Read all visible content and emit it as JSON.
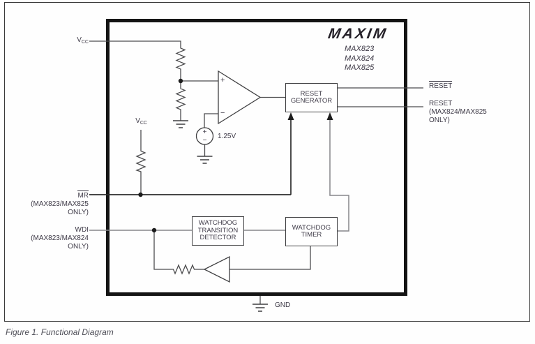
{
  "figure": {
    "caption": "Figure 1.  Functional Diagram"
  },
  "chip": {
    "logo": "MAXIM",
    "parts": [
      "MAX823",
      "MAX824",
      "MAX825"
    ]
  },
  "pins": {
    "vcc_top": {
      "main": "V",
      "sub": "CC"
    },
    "vcc_mid": {
      "main": "V",
      "sub": "CC"
    },
    "mr": {
      "name": "MR",
      "note_line1": "(MAX823/MAX825",
      "note_line2": "ONLY)"
    },
    "wdi": {
      "name": "WDI",
      "note_line1": "(MAX823/MAX824",
      "note_line2": "ONLY)"
    },
    "reset_active_low": {
      "name": "RESET"
    },
    "reset_active_high": {
      "name": "RESET",
      "note_line1": "(MAX824/MAX825",
      "note_line2": "ONLY)"
    },
    "gnd": {
      "name": "GND"
    }
  },
  "blocks": {
    "reset_generator": {
      "line1": "RESET",
      "line2": "GENERATOR"
    },
    "watchdog_transition_detector": {
      "line1": "WATCHDOG",
      "line2": "TRANSITION",
      "line3": "DETECTOR"
    },
    "watchdog_timer": {
      "line1": "WATCHDOG",
      "line2": "TIMER"
    }
  },
  "components": {
    "comparator_plus": "+",
    "comparator_minus": "−",
    "vref_source_plus": "+",
    "vref_source_minus": "−",
    "vref_value": "1.25V"
  },
  "colors": {
    "wire": "#4c4c4e",
    "text": "#3d3946",
    "chip_border": "#141414"
  }
}
